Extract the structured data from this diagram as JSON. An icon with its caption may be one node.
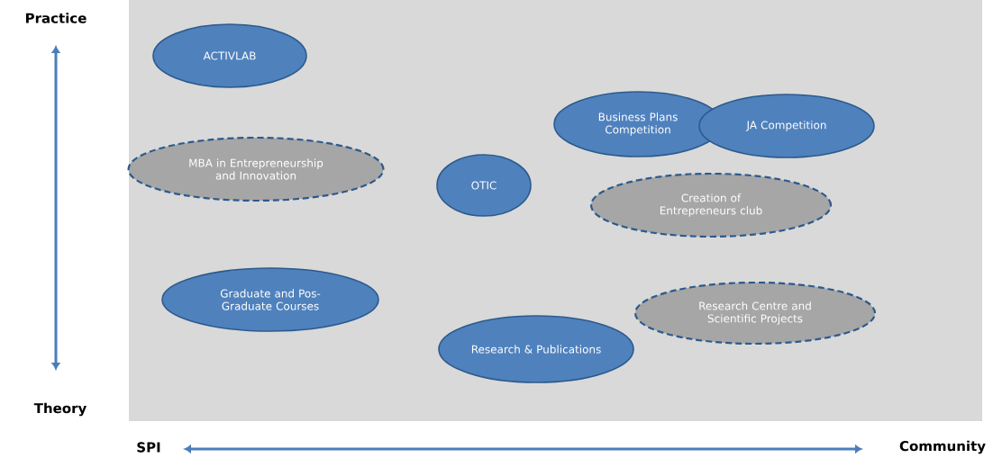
{
  "diagram": {
    "nodes": [
      {
        "text": [
          "ACTIVLAB"
        ]
      },
      {
        "text": [
          "Business Plans Competition"
        ]
      },
      {
        "text": [
          "JA Competition"
        ]
      },
      {
        "text": [
          "MBA in Entrepreneurship and Innovation"
        ]
      },
      {
        "text": [
          "OTIC"
        ]
      },
      {
        "text": [
          "Creation of Entrepreneurs club"
        ]
      },
      {
        "text": [
          "Graduate and Pos-Graduate Courses"
        ]
      },
      {
        "text": [
          "Research Centre and Scientific Projects"
        ]
      },
      {
        "text": [
          "Research & Publications"
        ]
      }
    ],
    "labels": [
      "Practice",
      "Theory",
      "SPI",
      "Community"
    ]
  }
}
